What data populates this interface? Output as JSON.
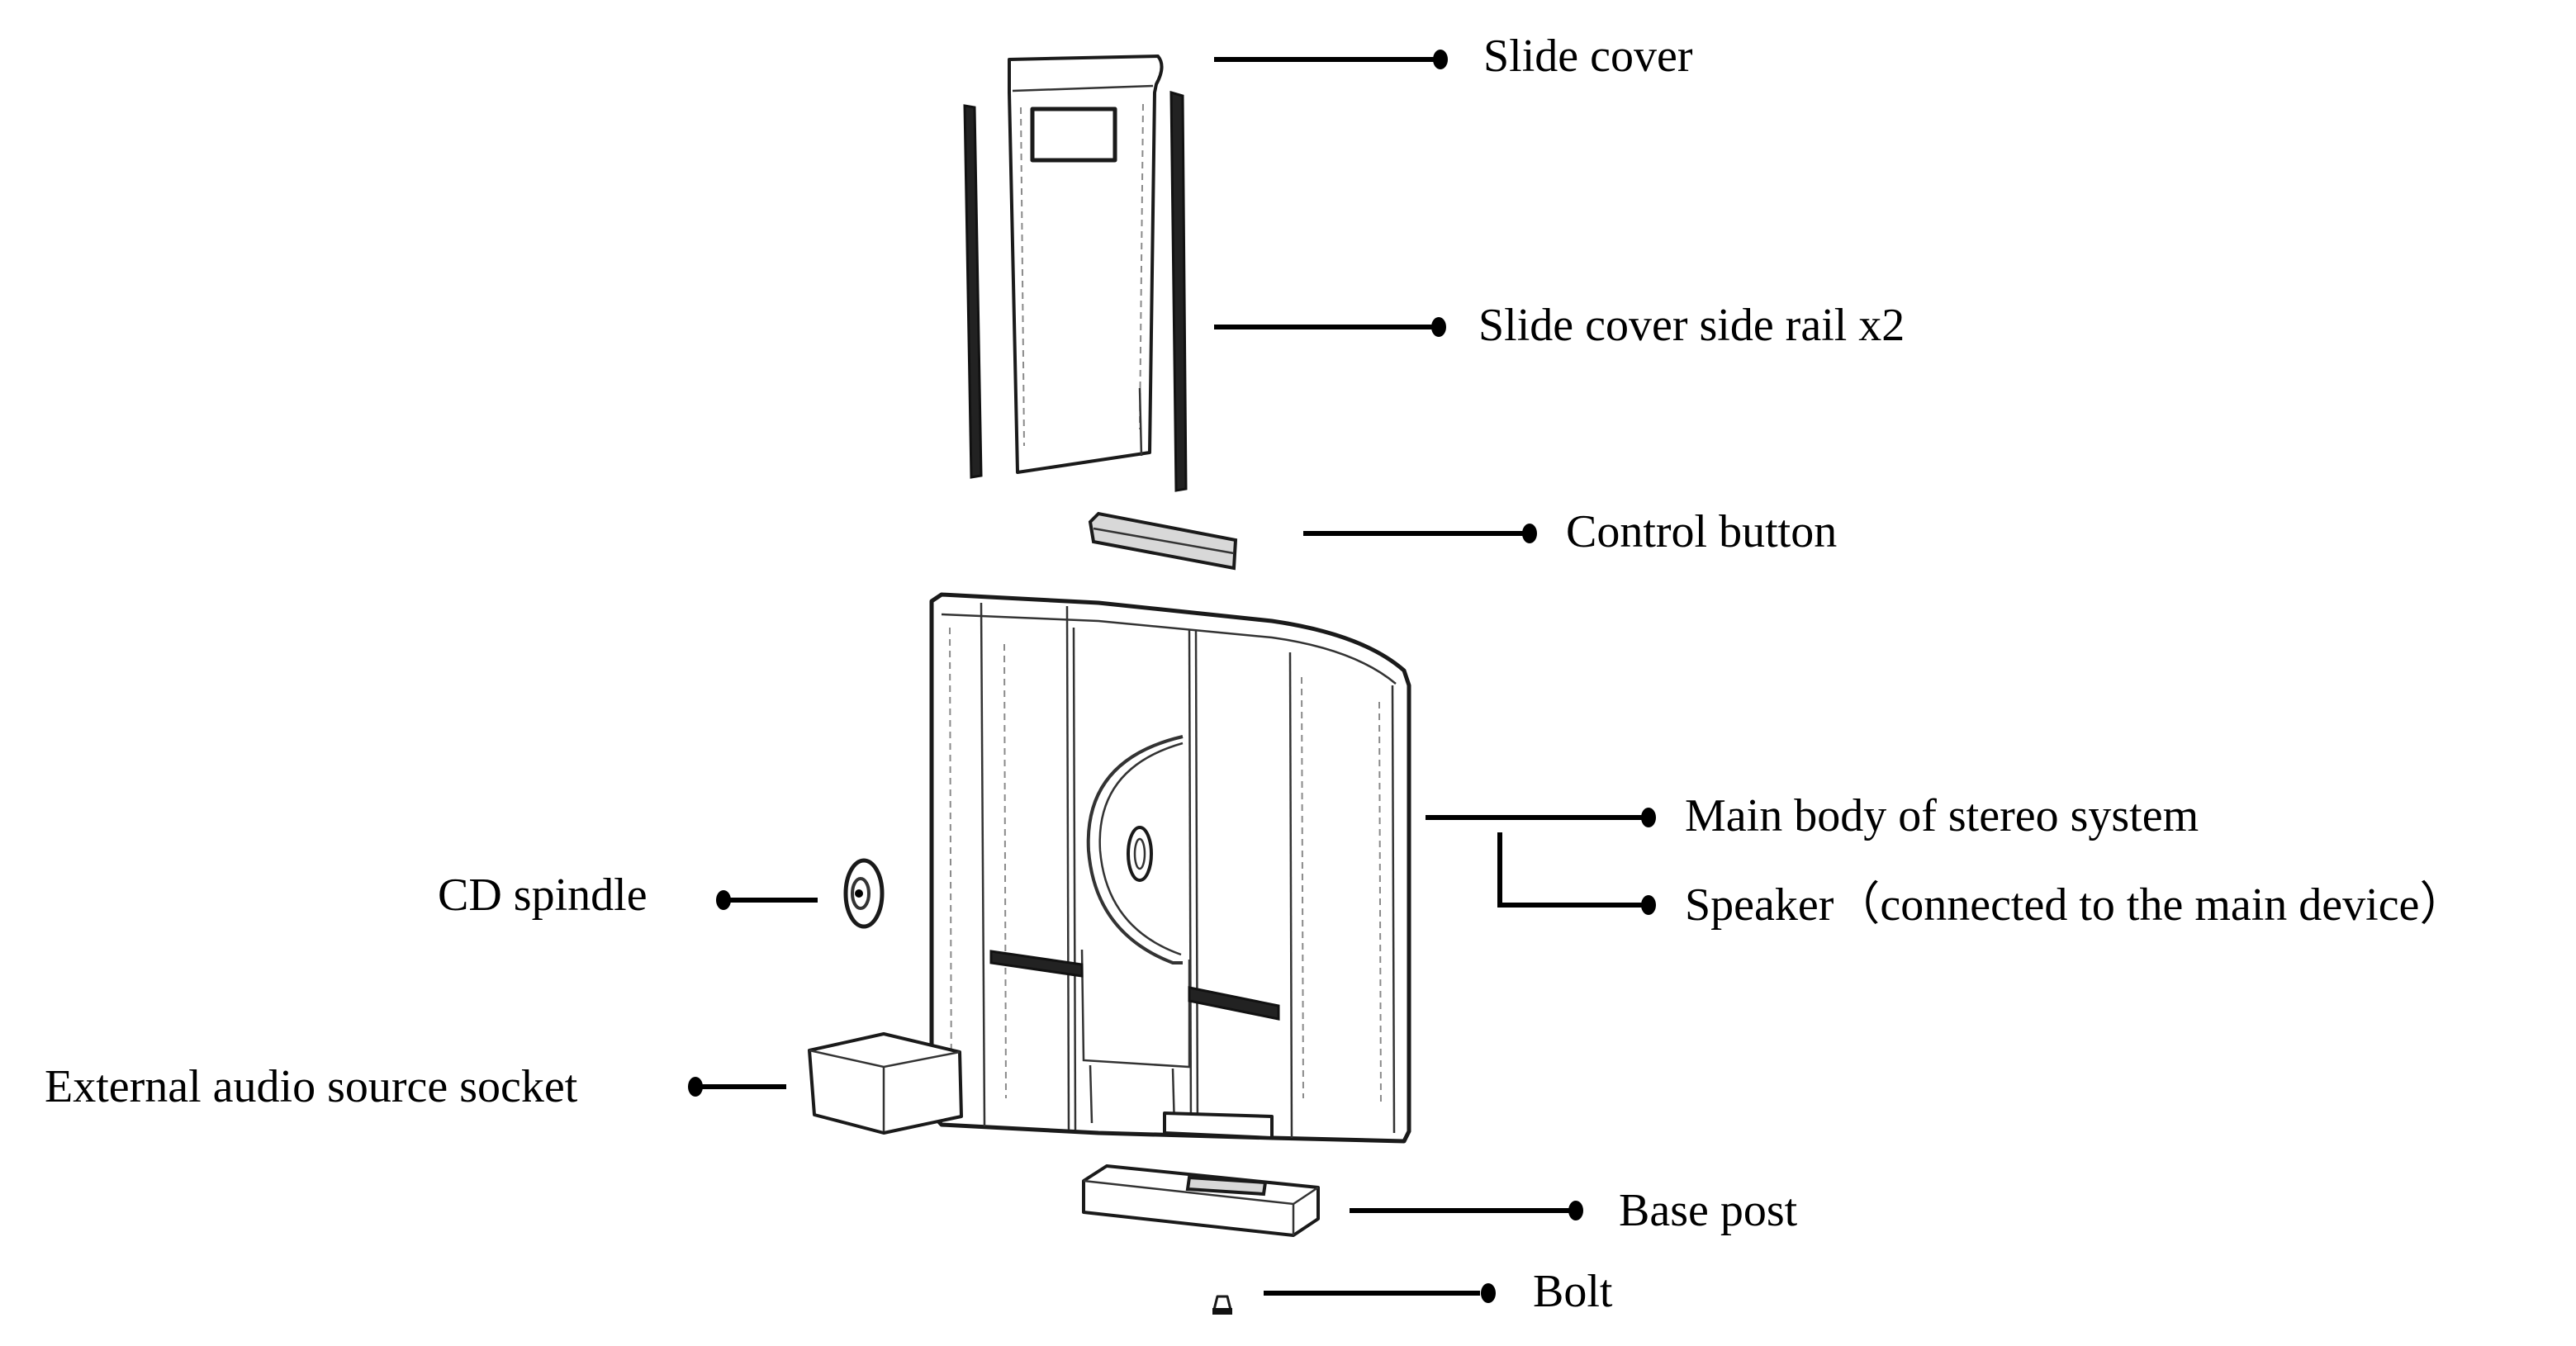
{
  "labels": {
    "slide_cover": "Slide cover",
    "slide_cover_side_rail": "Slide cover side rail x2",
    "control_button": "Control button",
    "main_body": "Main body of stereo system",
    "speaker": "Speaker（connected to the main device）",
    "cd_spindle": "CD spindle",
    "external_audio_socket": "External audio source socket",
    "base_post": "Base post",
    "bolt": "Bolt"
  },
  "colors": {
    "line": "#000000",
    "background": "#ffffff"
  }
}
